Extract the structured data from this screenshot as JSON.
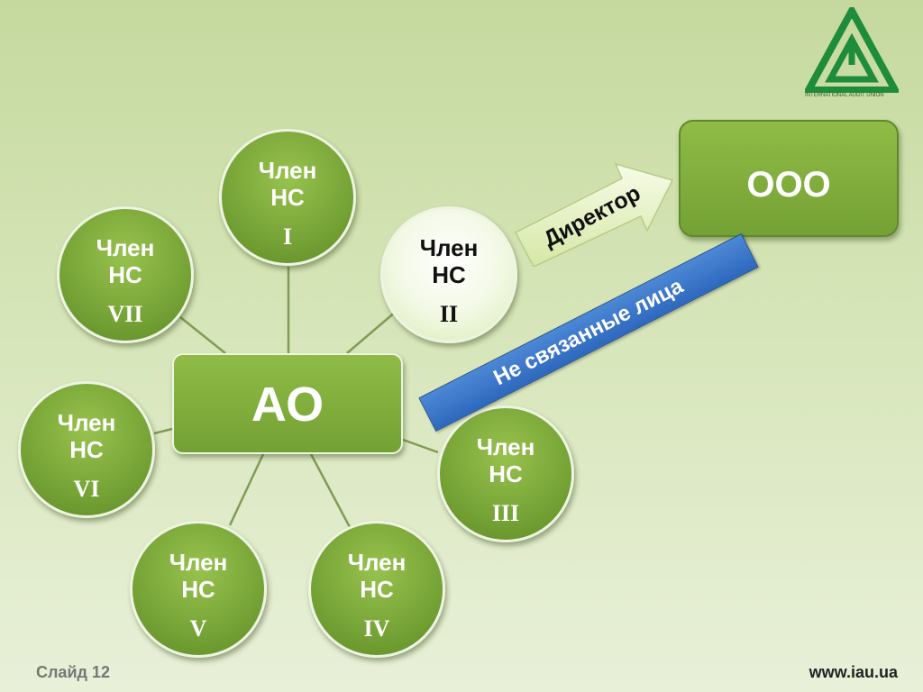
{
  "nodes": {
    "member_1": {
      "line1": "Член",
      "line2": "НС",
      "line3": "I"
    },
    "member_2": {
      "line1": "Член",
      "line2": "НС",
      "line3": "II"
    },
    "member_3": {
      "line1": "Член",
      "line2": "НС",
      "line3": "III"
    },
    "member_4": {
      "line1": "Член",
      "line2": "НС",
      "line3": "IV"
    },
    "member_5": {
      "line1": "Член",
      "line2": "НС",
      "line3": "V"
    },
    "member_6": {
      "line1": "Член",
      "line2": "НС",
      "line3": "VI"
    },
    "member_7": {
      "line1": "Член",
      "line2": "НС",
      "line3": "VII"
    }
  },
  "center": {
    "label": "АО"
  },
  "company": {
    "label": "ООО"
  },
  "arrow_label": "Директор",
  "band_label": "Не связанные лица",
  "logo": {
    "text": "INTERNATIONAL AUDIT UNION",
    "color": "#1e8c3a"
  },
  "footer": {
    "slide": "Слайд 12",
    "site": "www.iau.ua"
  },
  "colors": {
    "node_green": "#76a336",
    "highlight": "#f3f9e6",
    "band_blue": "#2d68bd"
  }
}
